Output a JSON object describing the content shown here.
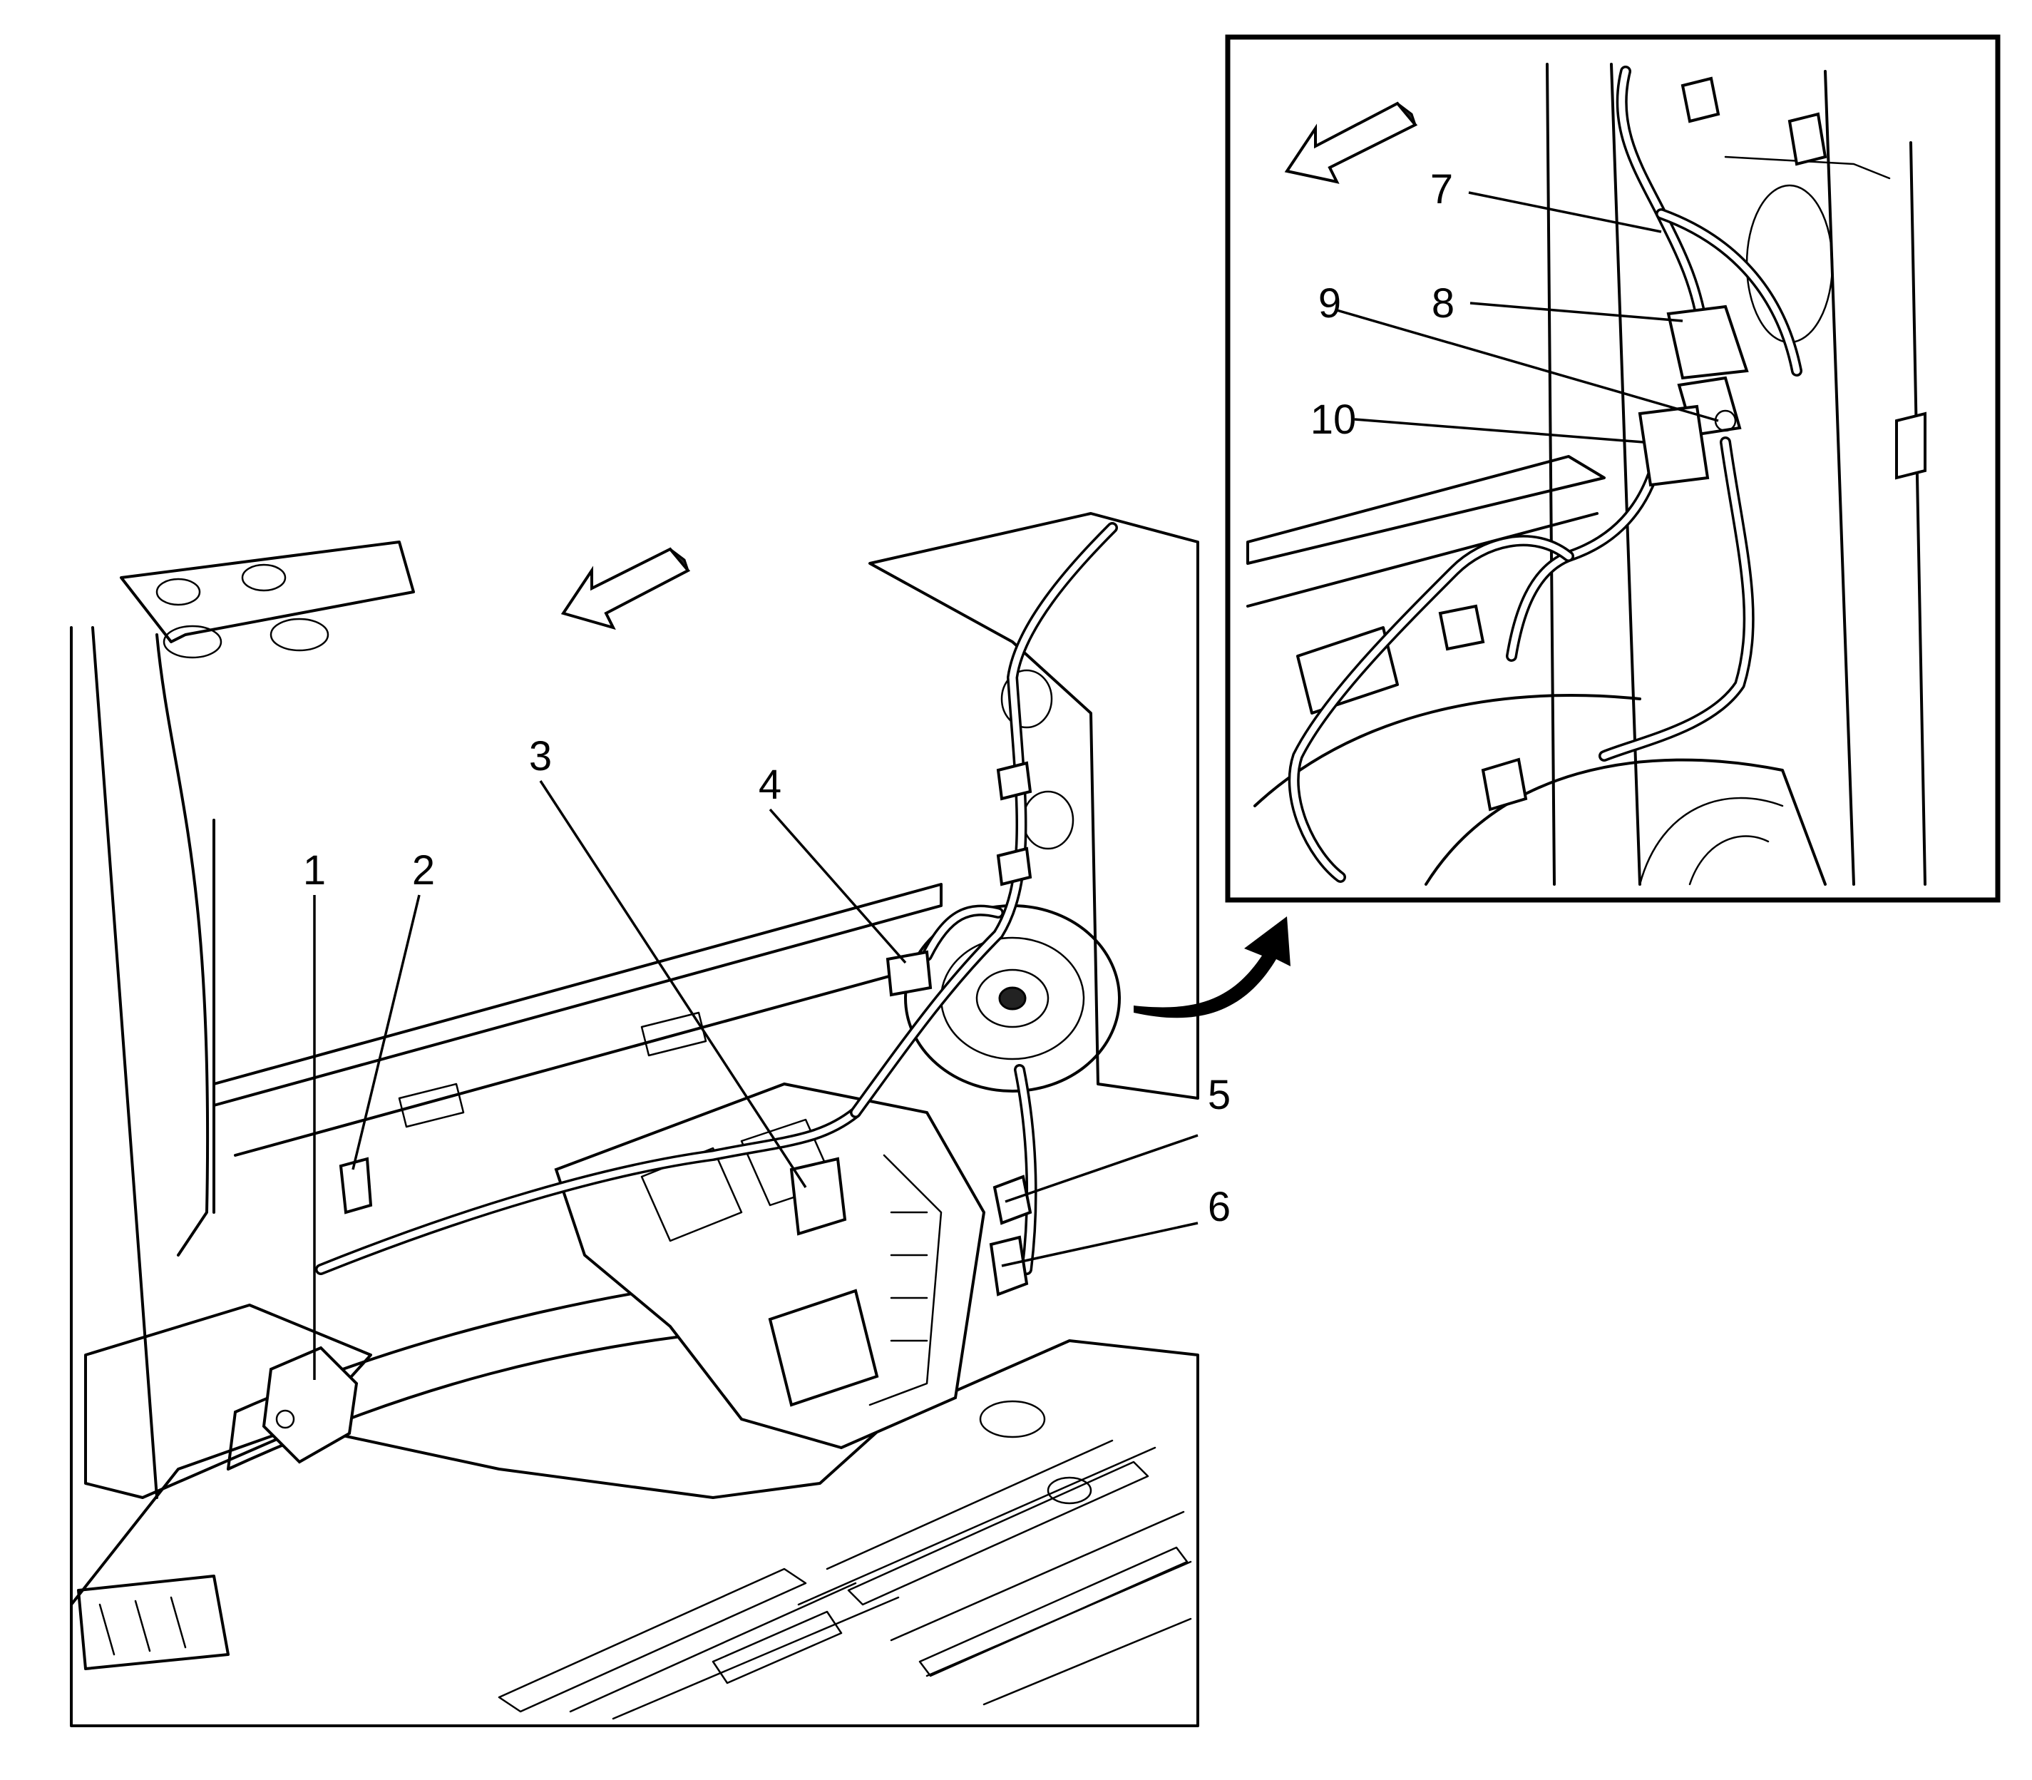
{
  "callouts": [
    {
      "id": "1",
      "label": "1"
    },
    {
      "id": "2",
      "label": "2"
    },
    {
      "id": "3",
      "label": "3"
    },
    {
      "id": "4",
      "label": "4"
    },
    {
      "id": "5",
      "label": "5"
    },
    {
      "id": "6",
      "label": "6"
    },
    {
      "id": "7",
      "label": "7"
    },
    {
      "id": "8",
      "label": "8"
    },
    {
      "id": "9",
      "label": "9"
    },
    {
      "id": "10",
      "label": "10"
    }
  ],
  "icons": {
    "front_direction": "front-direction-arrow-icon",
    "inset_direction": "inset-front-direction-arrow-icon",
    "detail_link": "curved-detail-arrow-icon"
  },
  "colors": {
    "line": "#000000",
    "background": "#ffffff"
  }
}
